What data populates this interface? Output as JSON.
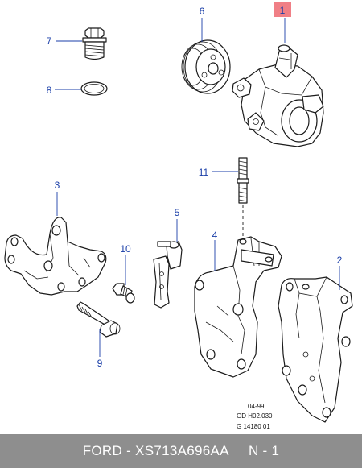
{
  "callouts": {
    "c1": "1",
    "c2": "2",
    "c3": "3",
    "c4": "4",
    "c5": "5",
    "c6": "6",
    "c7": "7",
    "c8": "8",
    "c9": "9",
    "c10": "10",
    "c11": "11"
  },
  "reference": {
    "line1": "04-99",
    "line2": "GD H02.030",
    "line3": "G 14180 01"
  },
  "footer": {
    "text": "FORD - XS713A696AA     N - 1"
  },
  "colors": {
    "callout": "#1a3ea8",
    "highlight": "#f07f86",
    "footer_bg": "#8e8e8e"
  }
}
